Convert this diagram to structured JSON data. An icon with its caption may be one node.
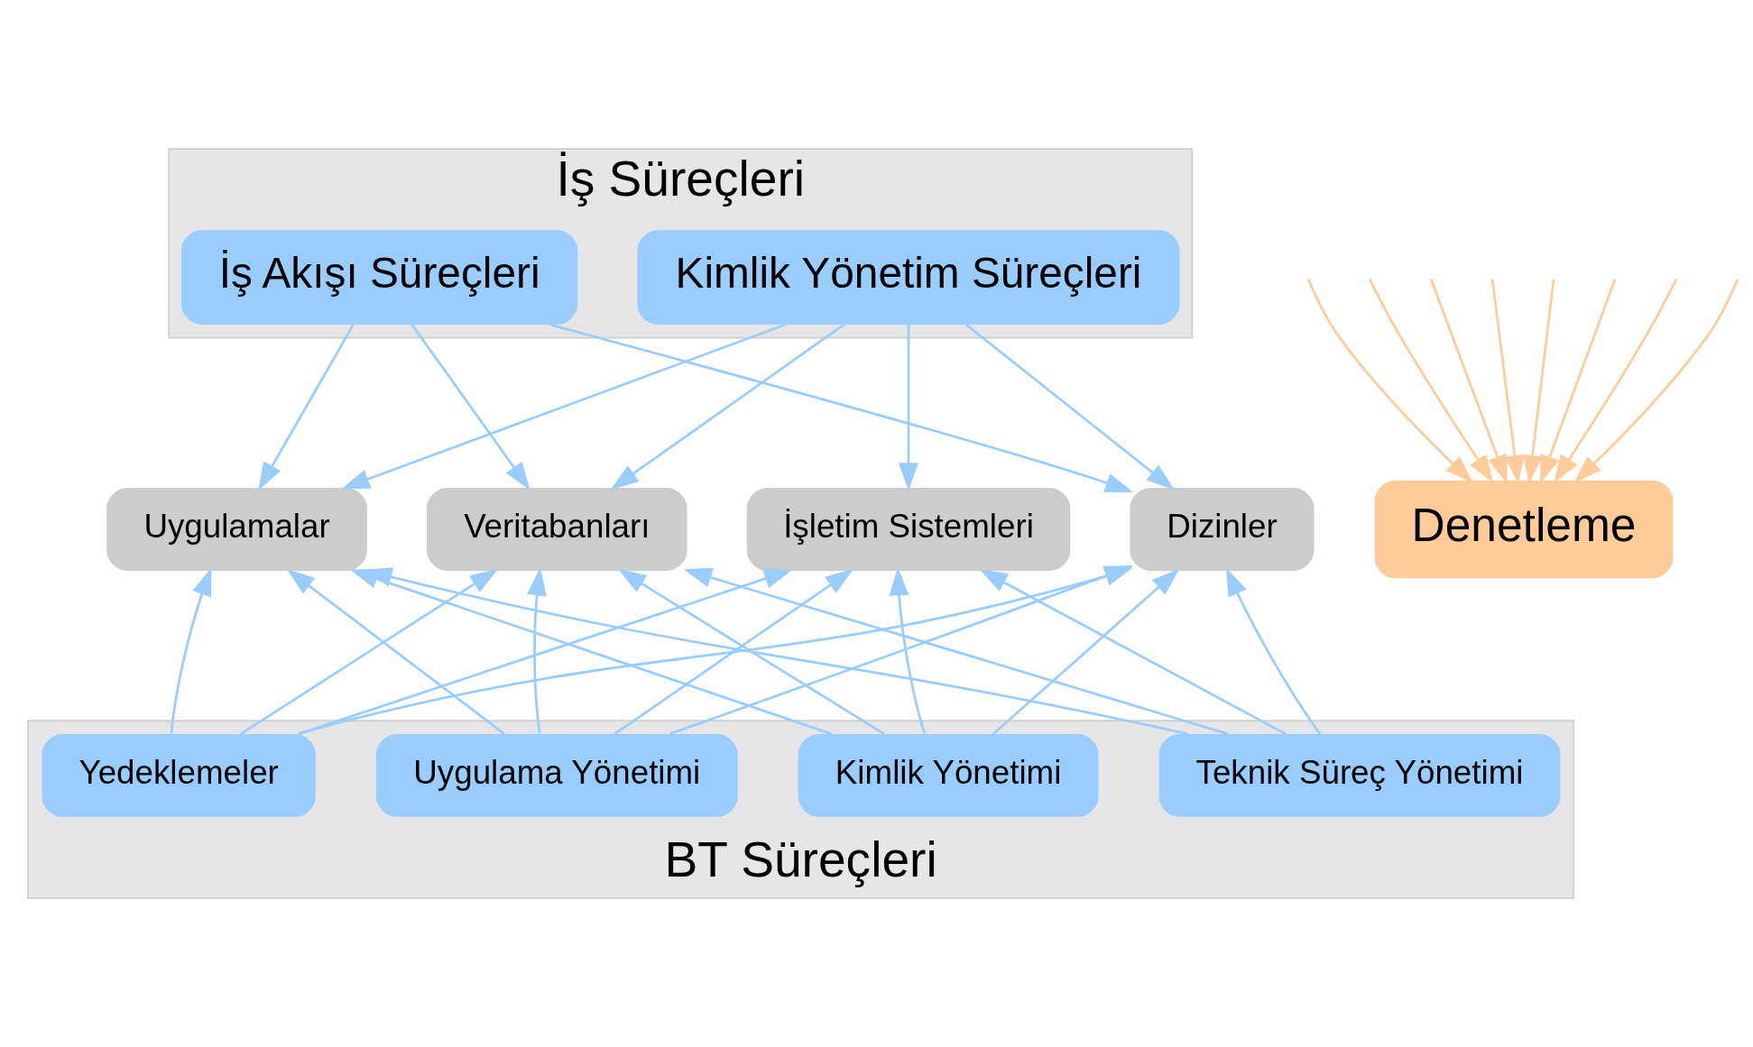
{
  "diagram": {
    "nodes": [
      {
        "text": [
          "İş Süreçleri"
        ]
      },
      {
        "text": [
          "İş Akışı Süreçleri"
        ],
        "in": 0
      },
      {
        "text": [
          "Kimlik Yönetim Süreçleri"
        ],
        "in": 0
      },
      {
        "text": [
          "Uygulamalar"
        ]
      },
      {
        "text": [
          "Veritabanları"
        ]
      },
      {
        "text": [
          "İşletim Sistemleri"
        ]
      },
      {
        "text": [
          "Dizinler"
        ]
      },
      {
        "text": [
          "Denetleme"
        ]
      },
      {
        "text": [
          "BT Süreçleri"
        ]
      },
      {
        "text": [
          "Yedeklemeler"
        ],
        "in": 8
      },
      {
        "text": [
          "Uygulama Yönetimi"
        ],
        "in": 8
      },
      {
        "text": [
          "Kimlik Yönetimi"
        ],
        "in": 8
      },
      {
        "text": [
          "Teknik Süreç Yönetimi"
        ],
        "in": 8
      }
    ],
    "edges": [
      {
        "from": 1,
        "to": 3,
        "arrow": "to"
      },
      {
        "from": 1,
        "to": 4,
        "arrow": "to"
      },
      {
        "from": 1,
        "to": 6,
        "arrow": "to"
      },
      {
        "from": 2,
        "to": 3,
        "arrow": "to"
      },
      {
        "from": 2,
        "to": 4,
        "arrow": "to"
      },
      {
        "from": 2,
        "to": 5,
        "arrow": "to"
      },
      {
        "from": 2,
        "to": 6,
        "arrow": "to"
      },
      {
        "from": null,
        "to": 7,
        "arrow": "to",
        "color": "#ffcc99"
      },
      {
        "from": null,
        "to": 7,
        "arrow": "to",
        "color": "#ffcc99"
      },
      {
        "from": null,
        "to": 7,
        "arrow": "to",
        "color": "#ffcc99"
      },
      {
        "from": null,
        "to": 7,
        "arrow": "to",
        "color": "#ffcc99"
      },
      {
        "from": 9,
        "to": 3,
        "arrow": "to"
      },
      {
        "from": 9,
        "to": 4,
        "arrow": "to"
      },
      {
        "from": 9,
        "to": 5,
        "arrow": "to"
      },
      {
        "from": 9,
        "to": 6,
        "arrow": "to"
      },
      {
        "from": 10,
        "to": 3,
        "arrow": "to"
      },
      {
        "from": 10,
        "to": 4,
        "arrow": "to"
      },
      {
        "from": 10,
        "to": 5,
        "arrow": "to"
      },
      {
        "from": 10,
        "to": 6,
        "arrow": "to"
      },
      {
        "from": 11,
        "to": 3,
        "arrow": "to"
      },
      {
        "from": 11,
        "to": 4,
        "arrow": "to"
      },
      {
        "from": 11,
        "to": 5,
        "arrow": "to"
      },
      {
        "from": 11,
        "to": 6,
        "arrow": "to"
      },
      {
        "from": 12,
        "to": 3,
        "arrow": "to"
      },
      {
        "from": 12,
        "to": 4,
        "arrow": "to"
      },
      {
        "from": 12,
        "to": 5,
        "arrow": "to"
      },
      {
        "from": 12,
        "to": 6,
        "arrow": "to"
      },
      {
        "from": null,
        "to": 7,
        "arrow": "to",
        "color": "#ffcc99"
      },
      {
        "from": null,
        "to": 7,
        "arrow": "to",
        "color": "#ffcc99"
      },
      {
        "from": null,
        "to": 7,
        "arrow": "to",
        "color": "#ffcc99"
      },
      {
        "from": null,
        "to": 7,
        "arrow": "to",
        "color": "#ffcc99"
      }
    ]
  }
}
